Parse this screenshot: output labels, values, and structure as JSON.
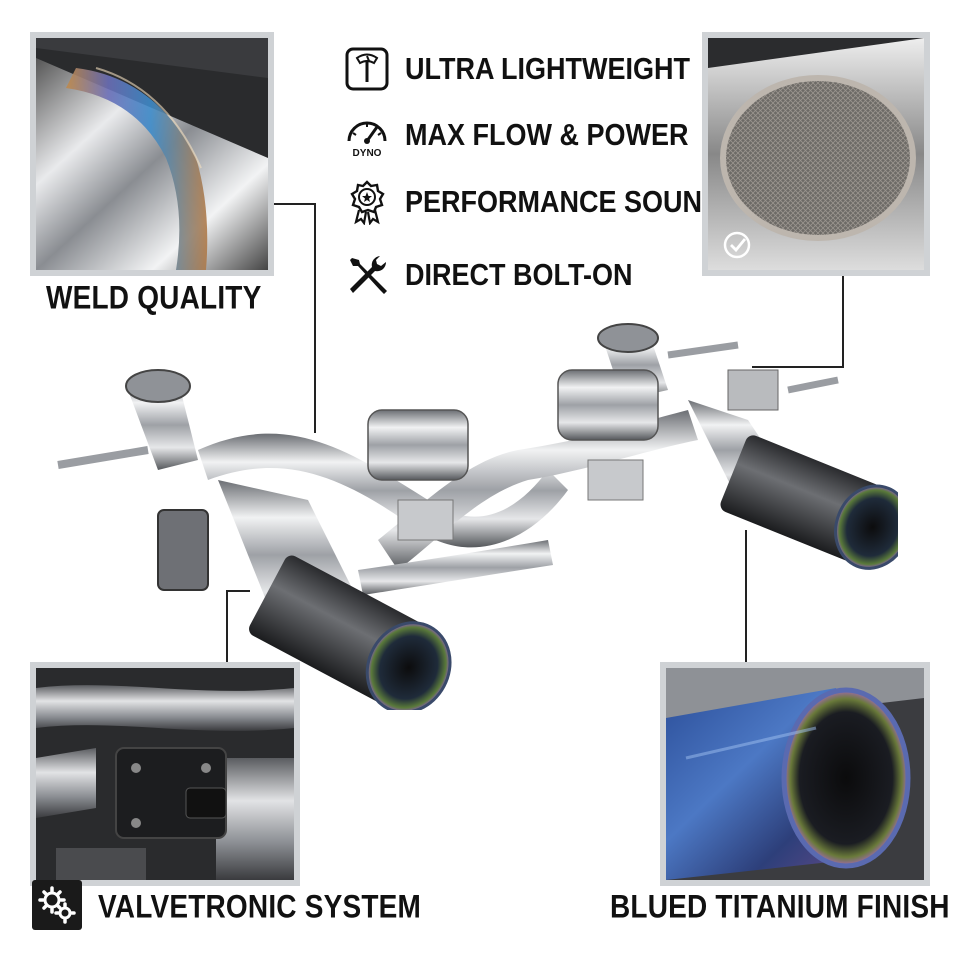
{
  "features": [
    {
      "label": "ULTRA LIGHTWEIGHT",
      "icon": "scale-icon"
    },
    {
      "label": "MAX FLOW & POWER",
      "icon": "dyno-gauge-icon",
      "icon_text": "DYNO"
    },
    {
      "label": "PERFORMANCE SOUND",
      "icon": "award-badge-icon"
    },
    {
      "label": "DIRECT BOLT-ON",
      "icon": "wrench-screwdriver-icon"
    }
  ],
  "callouts": {
    "weld": "WELD QUALITY",
    "valvetronic": "VALVETRONIC SYSTEM",
    "titanium": "BLUED TITANIUM FINISH"
  },
  "colors": {
    "text": "#111111",
    "frame": "#cfd2d5",
    "steel": "#c9ccd0",
    "titanium_blue": "#3a5fa8"
  }
}
